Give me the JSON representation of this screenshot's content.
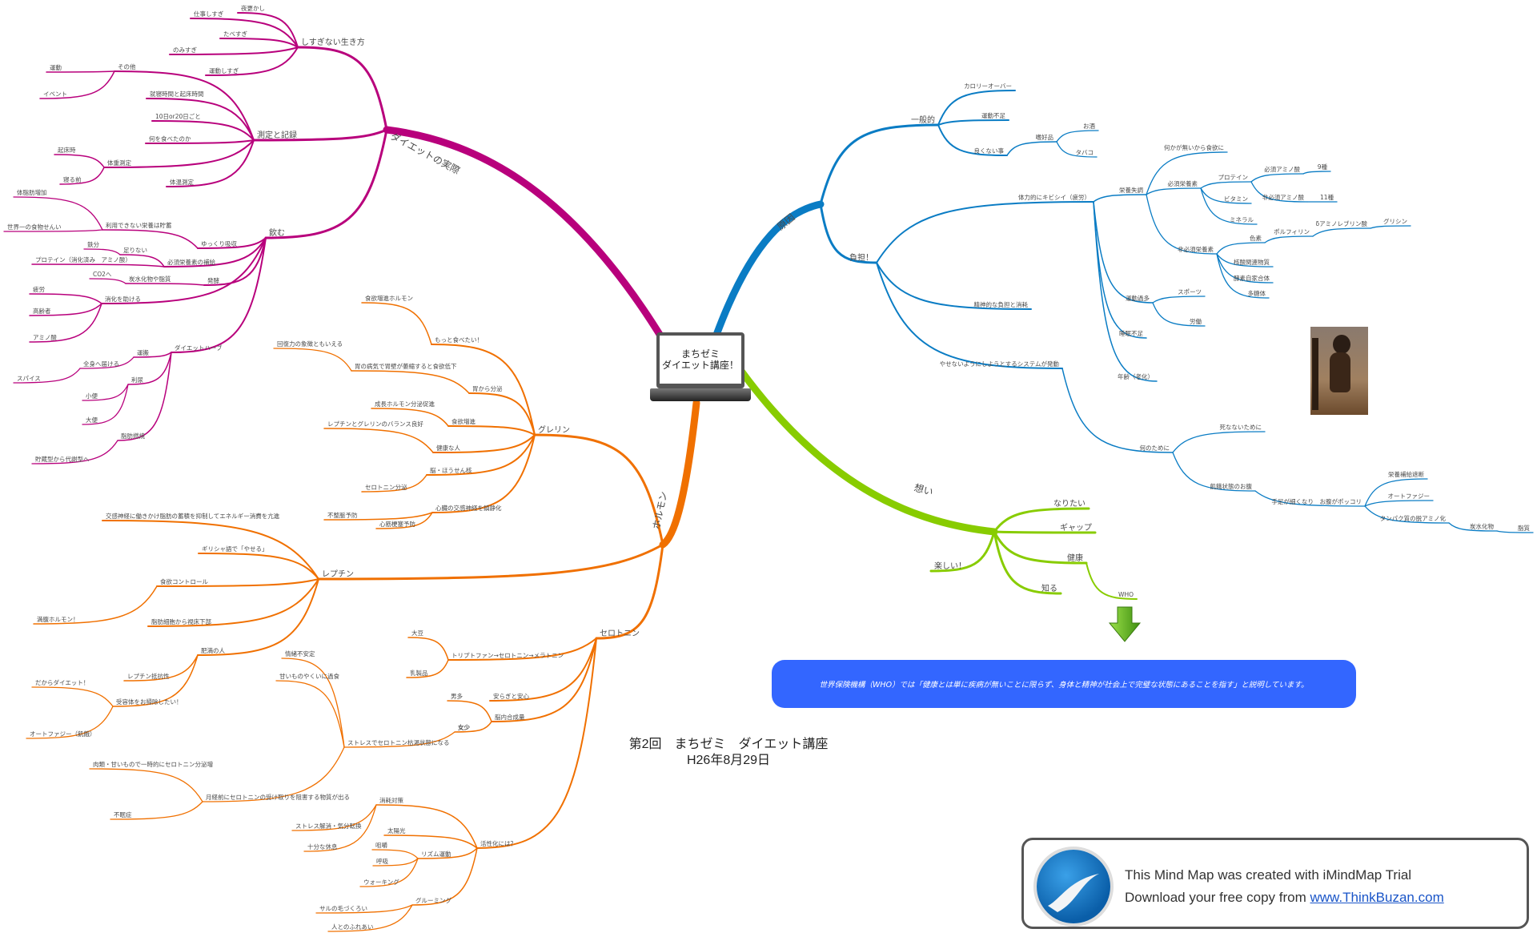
{
  "colors": {
    "diet": "#b8007c",
    "hormone": "#f07000",
    "cause": "#0a7cc4",
    "feeling": "#88cc00",
    "who_box": "#3366ff"
  },
  "mind_map": {
    "center": {
      "line1": "まちゼミ",
      "line2": "ダイエット講座！"
    },
    "branches": [
      {
        "label": "ダイエットの実際",
        "children": [
          {
            "label": "しすぎない生き方",
            "children": [
              {
                "label": "夜更かし"
              },
              {
                "label": "仕事しすぎ"
              },
              {
                "label": "たべすぎ"
              },
              {
                "label": "のみすぎ"
              },
              {
                "label": "運動しすぎ"
              }
            ]
          },
          {
            "label": "測定と記録",
            "children": [
              {
                "label": "その他",
                "children": [
                  {
                    "label": "運動"
                  },
                  {
                    "label": "イベント"
                  }
                ]
              },
              {
                "label": "就寝時間と起床時間"
              },
              {
                "label": "10日or20日ごと"
              },
              {
                "label": "何を食べたのか"
              },
              {
                "label": "体重測定",
                "children": [
                  {
                    "label": "起床時"
                  },
                  {
                    "label": "寝る前"
                  }
                ]
              },
              {
                "label": "体温測定"
              }
            ]
          },
          {
            "label": "飲む",
            "children": [
              {
                "label": "ゆっくり吸収",
                "children": [
                  {
                    "label": "利用できない栄養は貯蓄",
                    "children": [
                      {
                        "label": "体脂肪増加"
                      },
                      {
                        "label": "世界一の食物せんい"
                      }
                    ]
                  }
                ]
              },
              {
                "label": "必須栄養素の補給",
                "children": [
                  {
                    "label": "足りない",
                    "children": [
                      {
                        "label": "鉄分"
                      }
                    ]
                  },
                  {
                    "label": "プロテイン（消化済み　アミノ酸）"
                  }
                ]
              },
              {
                "label": "発酵",
                "children": [
                  {
                    "label": "炭水化物や脂質",
                    "children": [
                      {
                        "label": "CO2へ"
                      }
                    ]
                  }
                ]
              },
              {
                "label": "消化を助ける",
                "children": [
                  {
                    "label": "疲労"
                  },
                  {
                    "label": "高齢者"
                  },
                  {
                    "label": "アミノ酸"
                  }
                ]
              },
              {
                "label": "ダイエットハーブ",
                "children": [
                  {
                    "label": "運搬",
                    "children": [
                      {
                        "label": "全身へ届ける",
                        "children": [
                          {
                            "label": "スパイス"
                          }
                        ]
                      }
                    ]
                  },
                  {
                    "label": "利尿",
                    "children": [
                      {
                        "label": "小便"
                      },
                      {
                        "label": "大便"
                      }
                    ]
                  },
                  {
                    "label": "脂肪燃焼",
                    "children": [
                      {
                        "label": "貯蔵型から代謝型へ"
                      }
                    ]
                  }
                ]
              }
            ]
          }
        ]
      },
      {
        "label": "ホルモン",
        "children": [
          {
            "label": "グレリン",
            "children": [
              {
                "label": "もっと食べたい！",
                "children": [
                  {
                    "label": "食欲増進ホルモン"
                  }
                ]
              },
              {
                "label": "胃から分泌",
                "children": [
                  {
                    "label": "胃の病気で胃壁が萎縮すると食欲低下",
                    "children": [
                      {
                        "label": "回復力の象徴ともいえる"
                      }
                    ]
                  }
                ]
              },
              {
                "label": "食欲増進",
                "children": [
                  {
                    "label": "成長ホルモン分泌促進"
                  }
                ]
              },
              {
                "label": "健康な人",
                "children": [
                  {
                    "label": "レプチンとグレリンのバランス良好"
                  }
                ]
              },
              {
                "label": "脳・ほうせん核",
                "children": [
                  {
                    "label": "セロトニン分泌"
                  }
                ]
              },
              {
                "label": "心臓の交感神経を鎮静化",
                "children": [
                  {
                    "label": "不整脈予防"
                  },
                  {
                    "label": "心筋梗塞予防"
                  }
                ]
              }
            ]
          },
          {
            "label": "レプチン",
            "children": [
              {
                "label": "交感神経に働きかけ脂肪の蓄積を抑制してエネルギー消費を亢進"
              },
              {
                "label": "ギリシャ語で「やせる」"
              },
              {
                "label": "食欲コントロール",
                "children": [
                  {
                    "label": "満腹ホルモン！",
                    "color": "#44dd44"
                  }
                ]
              },
              {
                "label": "脂肪細胞から視床下部"
              },
              {
                "label": "肥満の人",
                "children": [
                  {
                    "label": "レプチン抵抗性",
                    "color": "#4a4acc"
                  },
                  {
                    "label": "受容体をお掃除したい！",
                    "children": [
                      {
                        "label": "だからダイエット！",
                        "color": "#d050d0"
                      },
                      {
                        "label": "オートファジー（飢餓）"
                      }
                    ]
                  }
                ]
              }
            ]
          },
          {
            "label": "セロトニン",
            "children": [
              {
                "label": "トリプトファン→セロトニン→メラトニン",
                "children": [
                  {
                    "label": "大豆"
                  },
                  {
                    "label": "乳製品"
                  }
                ]
              },
              {
                "label": "安らぎと安心"
              },
              {
                "label": "脳内合成量",
                "children": [
                  {
                    "label": "男多"
                  },
                  {
                    "label": "女少",
                    "color": "#2222cc",
                    "children": [
                      {
                        "label": "ストレスでセロトニン枯渇状態になる",
                        "color": "#4a4acc",
                        "children": [
                          {
                            "label": "情緒不安定",
                            "color": "#4a4acc"
                          },
                          {
                            "label": "甘いものやくいに過食",
                            "color": "#4a4acc"
                          },
                          {
                            "label": "月経前にセロトニンの受け取りを阻害する物質が出る",
                            "color": "#4a4acc",
                            "children": [
                              {
                                "label": "肉類・甘いもので一時的にセロトニン分泌増",
                                "color": "#4a4acc"
                              },
                              {
                                "label": "不眠症",
                                "color": "#4a4acc"
                              }
                            ]
                          }
                        ]
                      }
                    ]
                  }
                ]
              },
              {
                "label": "活性化には？",
                "children": [
                  {
                    "label": "消耗対策",
                    "children": [
                      {
                        "label": "ストレス解消・気分転換"
                      },
                      {
                        "label": "十分な休息"
                      }
                    ]
                  },
                  {
                    "label": "太陽光"
                  },
                  {
                    "label": "リズム運動",
                    "children": [
                      {
                        "label": "咀嚼"
                      },
                      {
                        "label": "呼吸"
                      },
                      {
                        "label": "ウォーキング"
                      }
                    ]
                  },
                  {
                    "label": "グルーミング",
                    "children": [
                      {
                        "label": "サルの毛づくろい"
                      },
                      {
                        "label": "人とのふれあい"
                      }
                    ]
                  }
                ]
              }
            ]
          }
        ]
      },
      {
        "label": "原因",
        "children": [
          {
            "label": "一般的",
            "children": [
              {
                "label": "カロリーオーバー"
              },
              {
                "label": "運動不足"
              },
              {
                "label": "良くない事",
                "children": [
                  {
                    "label": "嗜好品",
                    "children": [
                      {
                        "label": "お酒"
                      },
                      {
                        "label": "タバコ"
                      }
                    ]
                  }
                ]
              }
            ]
          },
          {
            "label": "負担！",
            "children": [
              {
                "label": "体力的にキビシイ（疲労）",
                "children": [
                  {
                    "label": "栄養失調",
                    "children": [
                      {
                        "label": "何かが無いから食欲に"
                      },
                      {
                        "label": "必須栄養素",
                        "children": [
                          {
                            "label": "プロテイン",
                            "children": [
                              {
                                "label": "必須アミノ酸",
                                "children": [
                                  {
                                    "label": "9種"
                                  }
                                ]
                              },
                              {
                                "label": "非必須アミノ酸",
                                "children": [
                                  {
                                    "label": "11種"
                                  }
                                ]
                              }
                            ]
                          },
                          {
                            "label": "ビタミン"
                          },
                          {
                            "label": "ミネラル"
                          }
                        ]
                      },
                      {
                        "label": "非必須栄養素",
                        "children": [
                          {
                            "label": "色素",
                            "children": [
                              {
                                "label": "ポルフィリン",
                                "children": [
                                  {
                                    "label": "δアミノレブリン酸",
                                    "children": [
                                      {
                                        "label": "グリシン"
                                      }
                                    ]
                                  }
                                ]
                              }
                            ]
                          },
                          {
                            "label": "核酸関連物質"
                          },
                          {
                            "label": "酵素自家合体"
                          },
                          {
                            "label": "多糖体"
                          }
                        ]
                      }
                    ]
                  },
                  {
                    "label": "運動過多",
                    "children": [
                      {
                        "label": "スポーツ"
                      },
                      {
                        "label": "労働"
                      }
                    ]
                  },
                  {
                    "label": "睡眠不足"
                  },
                  {
                    "label": "年齢（老化）"
                  }
                ]
              },
              {
                "label": "精神的な負担と消耗"
              },
              {
                "label": "やせないようにしようとするシステムが発動",
                "children": [
                  {
                    "label": "何のために",
                    "children": [
                      {
                        "label": "死なないために"
                      },
                      {
                        "label": "飢餓状態のお腹",
                        "children": [
                          {
                            "label": "手足が細くなり　お腹がポッコリ",
                            "children": [
                              {
                                "label": "栄養補給遮断"
                              },
                              {
                                "label": "オートファジー"
                              },
                              {
                                "label": "タンパク質の脱アミノ化",
                                "children": [
                                  {
                                    "label": "炭水化物",
                                    "children": [
                                      {
                                        "label": "脂質"
                                      }
                                    ]
                                  }
                                ]
                              }
                            ]
                          }
                        ]
                      }
                    ]
                  }
                ]
              }
            ]
          }
        ]
      },
      {
        "label": "想い",
        "children": [
          {
            "label": "なりたい"
          },
          {
            "label": "ギャップ"
          },
          {
            "label": "健康",
            "children": [
              {
                "label": "WHO"
              }
            ]
          },
          {
            "label": "知る"
          },
          {
            "label": "楽しい！",
            "color": "#e03030"
          }
        ]
      }
    ]
  },
  "who_note": "世界保険機構（WHO）では「健康とは単に疾病が無いことに限らず、身体と精神が社会上で完璧な状態にあることを指す」と説明しています。",
  "title": {
    "line1": "第2回　まちゼミ　ダイエット講座",
    "line2": "H26年8月29日"
  },
  "watermark": {
    "line1": "This Mind Map was created with iMindMap Trial",
    "line2_prefix": "Download your free copy from ",
    "link": "www.ThinkBuzan.com"
  }
}
